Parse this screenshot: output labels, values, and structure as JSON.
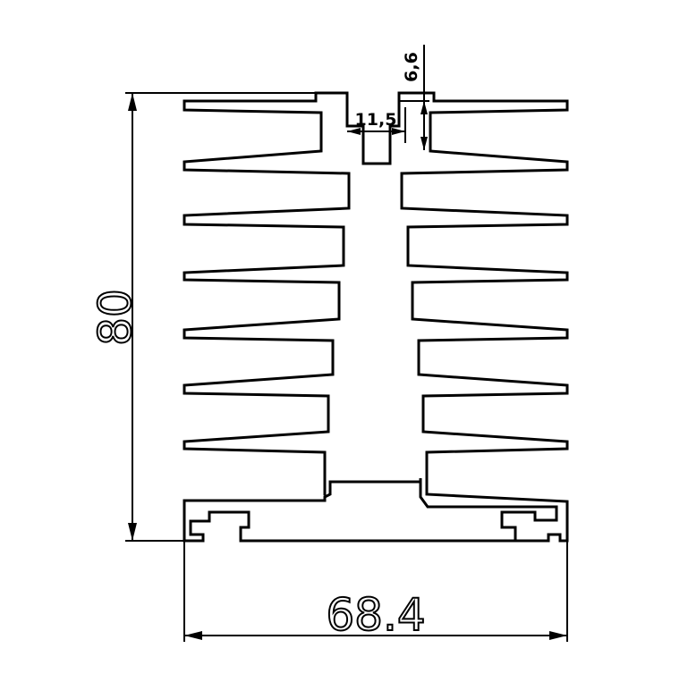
{
  "dimensions": {
    "height_label": "80",
    "width_label": "68.4",
    "slot_width_label": "11,5",
    "slot_depth_label": "6,6"
  },
  "colors": {
    "line": "#000000",
    "background": "#ffffff"
  }
}
